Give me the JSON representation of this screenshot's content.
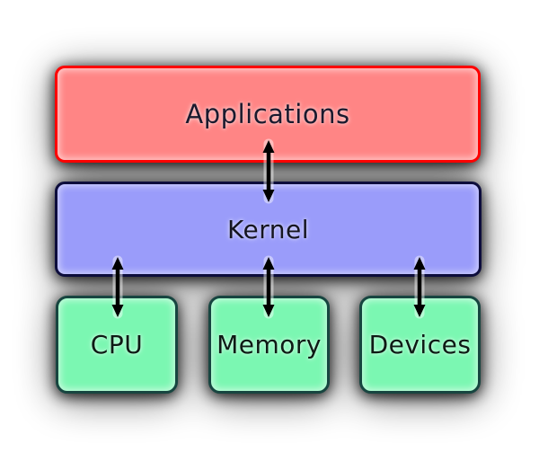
{
  "boxes": {
    "applications": {
      "label": "Applications",
      "fill": "#ff8585",
      "border": "#ff0000",
      "text_color": "#1a1a2e"
    },
    "kernel": {
      "label": "Kernel",
      "fill": "#9a9cfa",
      "border": "#0d0d3c",
      "text_color": "#15151f"
    },
    "cpu": {
      "label": "CPU",
      "fill": "#7bf7b2",
      "border": "#174540",
      "text_color": "#0e1a15"
    },
    "memory": {
      "label": "Memory",
      "fill": "#7bf7b2",
      "border": "#174540",
      "text_color": "#0e1a15"
    },
    "devices": {
      "label": "Devices",
      "fill": "#7bf7b2",
      "border": "#174540",
      "text_color": "#0e1a15"
    }
  },
  "connections": [
    {
      "from": "applications",
      "to": "kernel",
      "style": "double-headed-arrow"
    },
    {
      "from": "kernel",
      "to": "cpu",
      "style": "double-headed-arrow"
    },
    {
      "from": "kernel",
      "to": "memory",
      "style": "double-headed-arrow"
    },
    {
      "from": "kernel",
      "to": "devices",
      "style": "double-headed-arrow"
    }
  ],
  "colors": {
    "background": "#ffffff",
    "shadow": "#000000",
    "arrow": "#000000"
  }
}
